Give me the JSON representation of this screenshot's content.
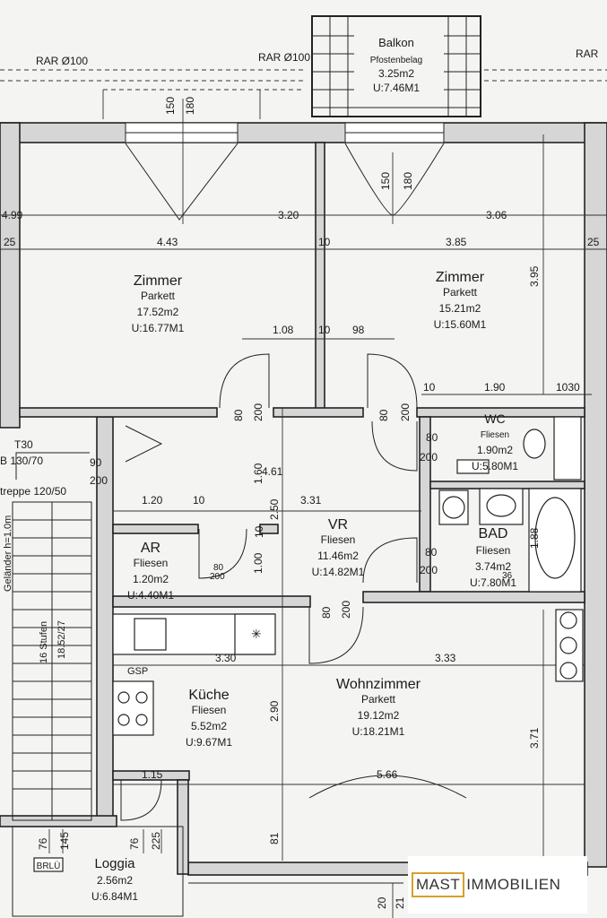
{
  "rooms": {
    "balkon": {
      "name": "Balkon",
      "floor": "Pfostenbelag",
      "area": "3.25m2",
      "perimeter": "U:7.46M1"
    },
    "zimmer1": {
      "name": "Zimmer",
      "floor": "Parkett",
      "area": "17.52m2",
      "perimeter": "U:16.77M1"
    },
    "zimmer2": {
      "name": "Zimmer",
      "floor": "Parkett",
      "area": "15.21m2",
      "perimeter": "U:15.60M1"
    },
    "wc": {
      "name": "WC",
      "floor": "Fliesen",
      "area": "1.90m2",
      "perimeter": "U:5.80M1"
    },
    "vr": {
      "name": "VR",
      "floor": "Fliesen",
      "area": "11.46m2",
      "perimeter": "U:14.82M1"
    },
    "bad": {
      "name": "BAD",
      "floor": "Fliesen",
      "area": "3.74m2",
      "perimeter": "U:7.80M1"
    },
    "ar": {
      "name": "AR",
      "floor": "Fliesen",
      "area": "1.20m2",
      "perimeter": "U:4.40M1"
    },
    "kueche": {
      "name": "Küche",
      "floor": "Fliesen",
      "area": "5.52m2",
      "perimeter": "U:9.67M1"
    },
    "wohnzimmer": {
      "name": "Wohnzimmer",
      "floor": "Parkett",
      "area": "19.12m2",
      "perimeter": "U:18.21M1"
    },
    "loggia": {
      "name": "Loggia",
      "area": "2.56m2",
      "perimeter": "U:6.84M1"
    }
  },
  "vents": {
    "rar1": "RAR Ø100",
    "rar2": "RAR Ø100",
    "rar3": "RAR"
  },
  "dims": {
    "d499": "4.99",
    "d320": "3.20",
    "d306": "3.06",
    "d25l": "25",
    "d25r": "25",
    "d443": "4.43",
    "d10a": "10",
    "d385": "3.85",
    "d395": "3.95",
    "d150a": "150",
    "d180a": "180",
    "d150b": "150",
    "d180b": "180",
    "d108": "1.08",
    "d10b": "10",
    "d98": "98",
    "d80a": "80",
    "d200a": "200",
    "d80b": "80",
    "d200b": "200",
    "d10c": "10",
    "d190": "1.90",
    "d1030": "1030",
    "d90": "90",
    "d200c": "200",
    "d461": "4.61",
    "d160": "1.60",
    "d80c": "80",
    "d200d": "200",
    "d120": "1.20",
    "d10d": "10",
    "d331": "3.31",
    "d250": "2.50",
    "d10e": "10",
    "d188": "1.88",
    "d80d": "80",
    "d200e": "200",
    "d100": "1.00",
    "d80e": "80",
    "d200f": "200",
    "d80f": "80",
    "d200g": "200",
    "d36": "36",
    "d330": "3.30",
    "d333": "3.33",
    "d290": "2.90",
    "d371": "3.71",
    "d566": "5.66",
    "d115": "1.15",
    "d81": "81",
    "d76a": "76",
    "d145": "145",
    "d76b": "76",
    "d225": "225",
    "d20": "20",
    "d21": "21"
  },
  "stair": {
    "t30": "T30",
    "b130": "B 130/70",
    "treppe": "treppe 120/50",
    "gelaender": "Geländer h=1.0m",
    "stufen": "16 Stufen",
    "ratio": "18.52/27"
  },
  "labels": {
    "gsp": "GSP",
    "brl": "BRLÜ"
  },
  "logo": {
    "part1": "MAST",
    "part2": "IMMOBILIEN"
  }
}
